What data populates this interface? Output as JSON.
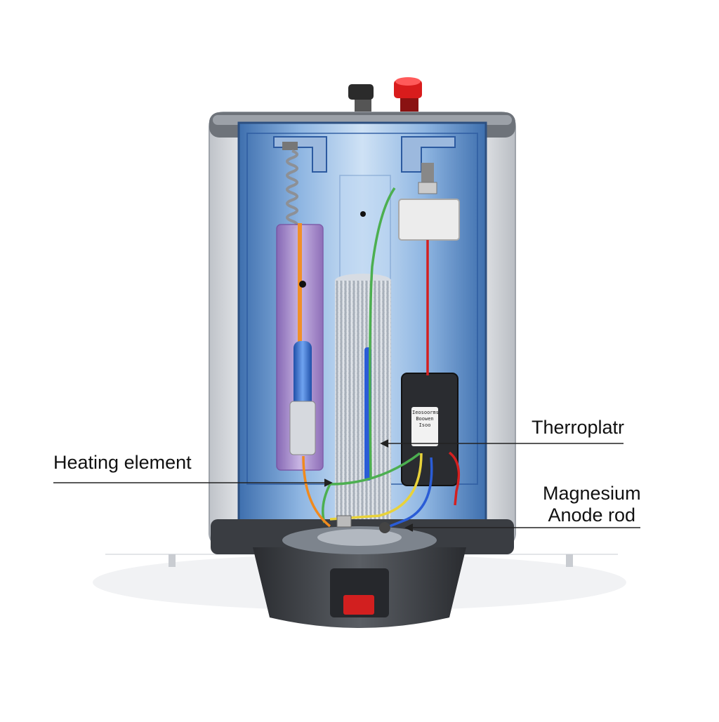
{
  "labels": {
    "heating_element": "Heating element",
    "thermostat": "Therroplatr",
    "anode_line1": "Magnesium",
    "anode_line2": "Anode rod"
  },
  "thermostat_box_text": [
    "Ieosoorms",
    "Boowen",
    "Isoo"
  ],
  "colors": {
    "tank_shell": "#e4e6ea",
    "tank_interior": "#7fa8d8",
    "purple_tube": "#b48cc8",
    "anode_rod": "#c9ced6",
    "wire_red": "#d42020",
    "wire_green": "#4caf50",
    "wire_orange": "#f08a1e",
    "wire_yellow": "#e8d23a",
    "wire_blue": "#2a5cd6",
    "cap_red": "#d91c1c",
    "cap_black": "#2b2b2b",
    "base_dark": "#3a3d42"
  }
}
